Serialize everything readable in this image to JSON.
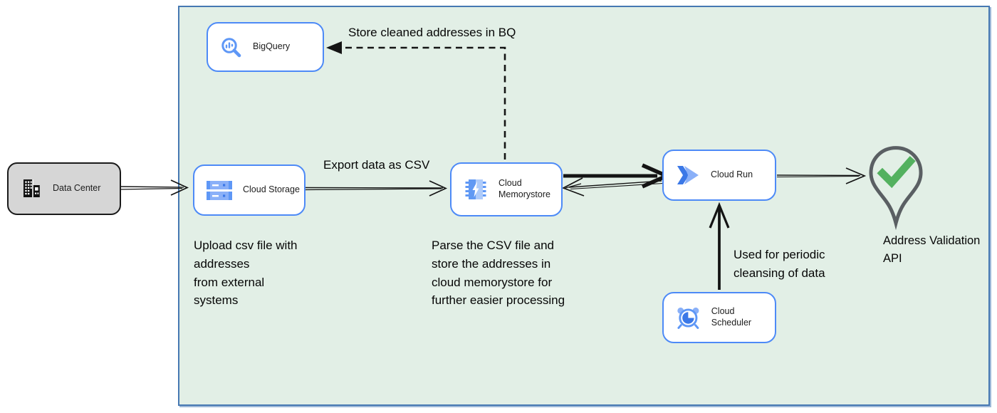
{
  "nodes": {
    "data_center": {
      "label": "Data Center"
    },
    "bigquery": {
      "label": "BigQuery"
    },
    "cloud_storage": {
      "label": "Cloud Storage"
    },
    "cloud_memorystore": {
      "label": "Cloud\nMemorystore"
    },
    "cloud_run": {
      "label": "Cloud Run"
    },
    "cloud_scheduler": {
      "label": "Cloud Scheduler"
    },
    "address_validation": {
      "label": "Address Validation\nAPI"
    }
  },
  "annotations": {
    "store_bq": "Store cleaned addresses in BQ",
    "export_csv": "Export data as CSV",
    "upload_csv": "Upload csv file with\naddresses\nfrom external\nsystems",
    "parse_csv": "Parse the CSV file and\nstore the addresses in\ncloud  memorystore for\nfurther easier processing",
    "periodic": "Used for periodic\ncleansing of data"
  },
  "icons": [
    "building-icon",
    "bigquery-icon",
    "cloud-storage-icon",
    "memorystore-icon",
    "cloud-run-icon",
    "cloud-scheduler-icon",
    "map-pin-icon",
    "checkmark-icon"
  ],
  "colors": {
    "container_bg": "#e2efe6",
    "container_border": "#4678b2",
    "node_border": "#4d8af7",
    "node_bg": "#ffffff",
    "datacenter_bg": "#d6d6d6",
    "datacenter_border": "#1a1a1a",
    "icon_blue": "#5e97f6",
    "icon_blue_dark": "#3b78e7",
    "icon_blue_light": "#a8c7fa",
    "check_green": "#53b15f",
    "pin_gray": "#5a5f63",
    "arrow_black": "#141414"
  }
}
